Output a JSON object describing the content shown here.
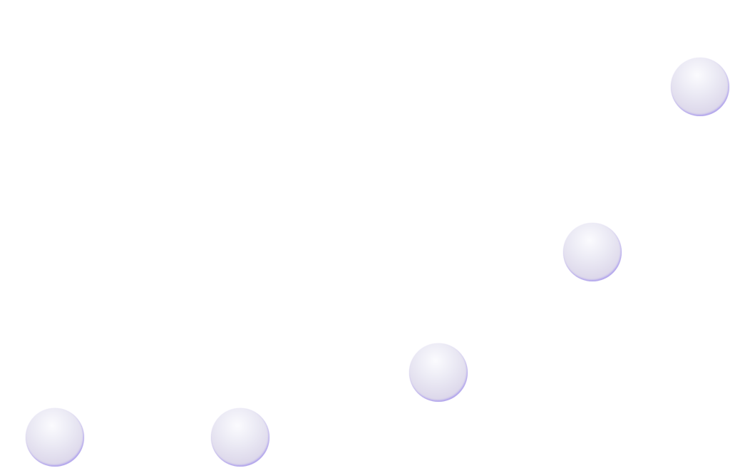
{
  "spheres": [
    {
      "id": "sphere-1"
    },
    {
      "id": "sphere-2"
    },
    {
      "id": "sphere-3"
    },
    {
      "id": "sphere-4"
    },
    {
      "id": "sphere-5"
    }
  ],
  "colors": {
    "background": "#ffffff",
    "sphere": "#dcd7ea",
    "sphere_rim": "#8c78f0"
  }
}
